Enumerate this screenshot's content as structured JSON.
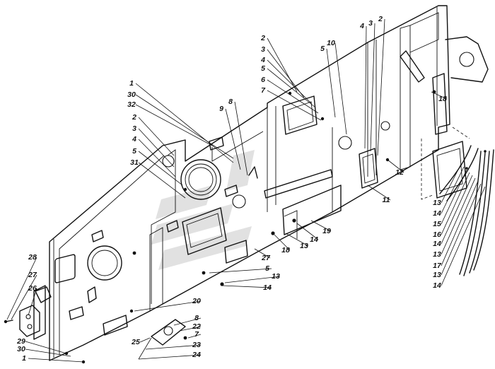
{
  "callouts": [
    {
      "label": "1"
    },
    {
      "label": "30"
    },
    {
      "label": "32"
    },
    {
      "label": "2"
    },
    {
      "label": "3"
    },
    {
      "label": "4"
    },
    {
      "label": "5"
    },
    {
      "label": "31"
    },
    {
      "label": "9"
    },
    {
      "label": "8"
    },
    {
      "label": "2"
    },
    {
      "label": "3"
    },
    {
      "label": "4"
    },
    {
      "label": "5"
    },
    {
      "label": "6"
    },
    {
      "label": "7"
    },
    {
      "label": "5"
    },
    {
      "label": "10"
    },
    {
      "label": "4"
    },
    {
      "label": "3"
    },
    {
      "label": "2"
    },
    {
      "label": "18"
    },
    {
      "label": "12"
    },
    {
      "label": "11"
    },
    {
      "label": "19"
    },
    {
      "label": "14"
    },
    {
      "label": "13"
    },
    {
      "label": "18"
    },
    {
      "label": "27"
    },
    {
      "label": "5"
    },
    {
      "label": "13"
    },
    {
      "label": "14"
    },
    {
      "label": "20"
    },
    {
      "label": "8"
    },
    {
      "label": "22"
    },
    {
      "label": "7"
    },
    {
      "label": "25"
    },
    {
      "label": "23"
    },
    {
      "label": "24"
    },
    {
      "label": "28"
    },
    {
      "label": "27"
    },
    {
      "label": "26"
    },
    {
      "label": "29"
    },
    {
      "label": "30"
    },
    {
      "label": "1"
    },
    {
      "label": "13"
    },
    {
      "label": "14"
    },
    {
      "label": "15"
    },
    {
      "label": "16"
    },
    {
      "label": "14"
    },
    {
      "label": "13"
    },
    {
      "label": "17"
    },
    {
      "label": "13"
    },
    {
      "label": "14"
    }
  ]
}
